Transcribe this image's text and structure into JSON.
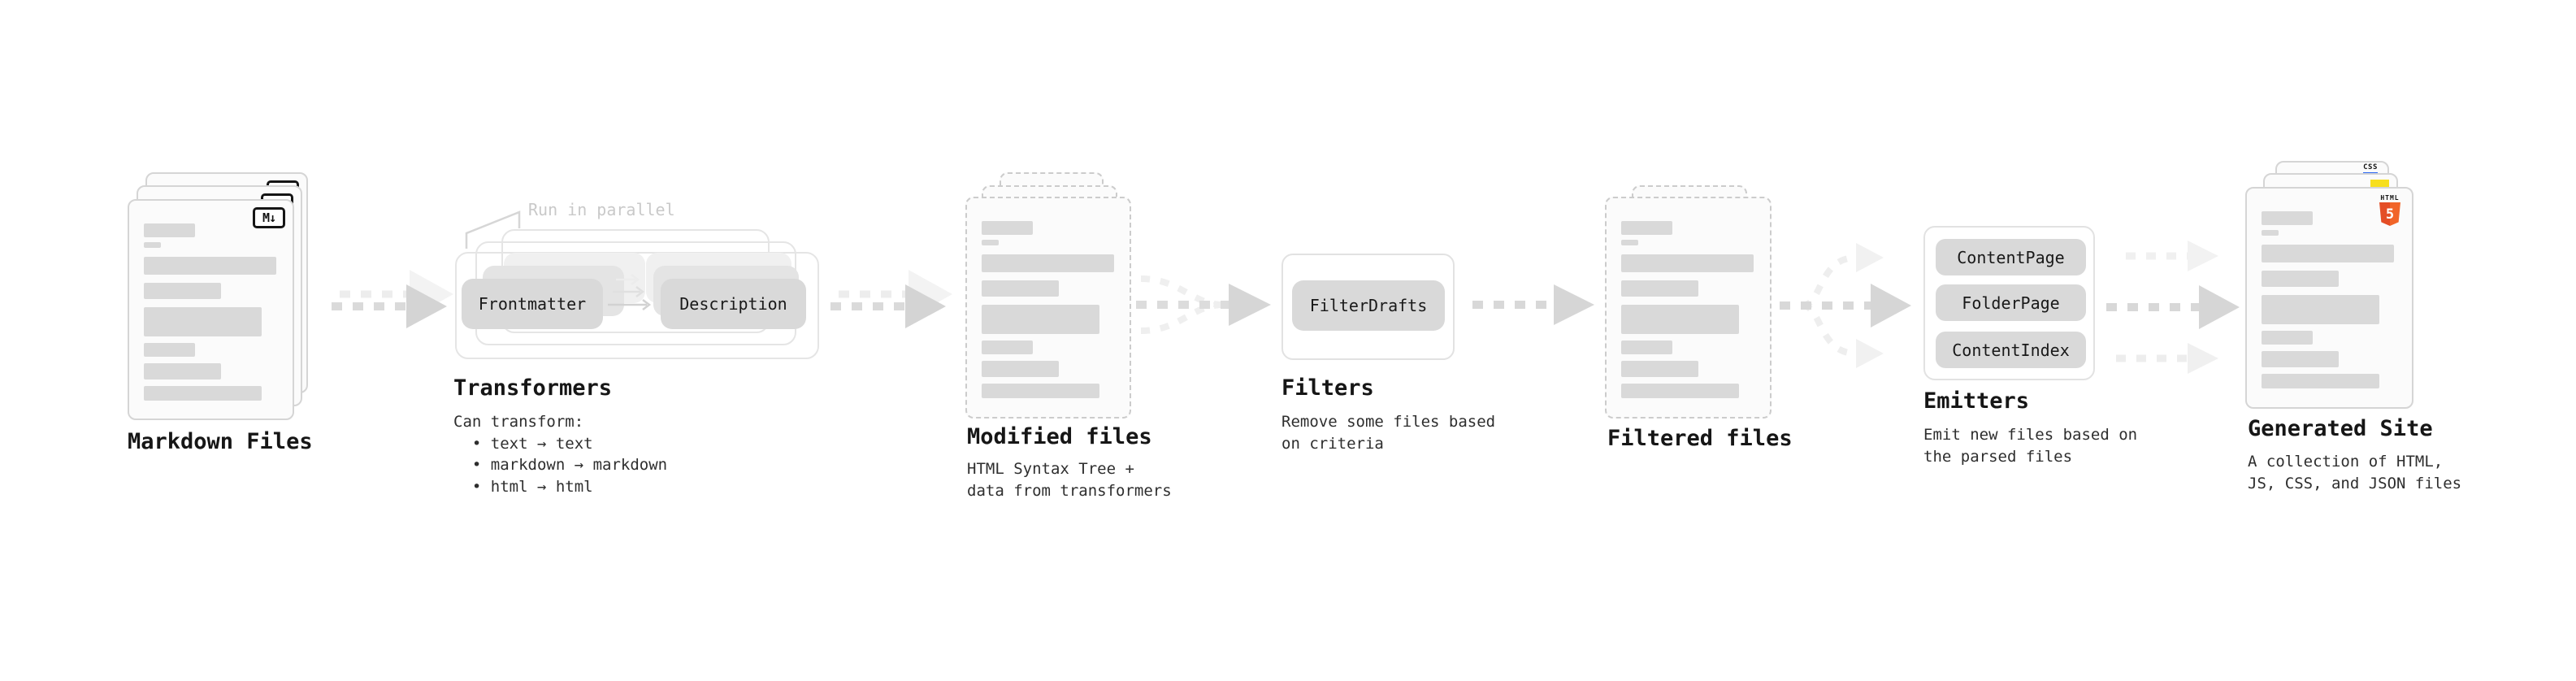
{
  "diagram": {
    "note_run_in_parallel": "Run in parallel",
    "sections": {
      "markdown_files": {
        "title": "Markdown Files",
        "file_icon": "M↓"
      },
      "transformers": {
        "title": "Transformers",
        "pill_left": "Frontmatter",
        "pill_right": "Description",
        "description": "Can transform:\n  • text → text\n  • markdown → markdown\n  • html → html"
      },
      "modified_files": {
        "title": "Modified files",
        "description": "HTML Syntax Tree +\ndata from transformers"
      },
      "filters": {
        "title": "Filters",
        "pill": "FilterDrafts",
        "description": "Remove some files based\non criteria"
      },
      "filtered_files": {
        "title": "Filtered files"
      },
      "emitters": {
        "title": "Emitters",
        "pills": [
          "ContentPage",
          "FolderPage",
          "ContentIndex"
        ],
        "description": "Emit new files based on\nthe parsed files"
      },
      "generated_site": {
        "title": "Generated Site",
        "description": "A collection of HTML,\nJS, CSS, and JSON files",
        "badge_html_label": "HTML",
        "badge_html_number": "5",
        "badge_css_label": "CSS"
      }
    },
    "colors": {
      "card_fill": "#fbfbfb",
      "card_border": "#d5d5d5",
      "placeholder_bar": "#d9d9d9",
      "pill_fill": "#d9d9d9",
      "arrow_main": "#d6d6d6",
      "arrow_ghost": "#efefef",
      "note_text": "#c9c9c9",
      "title_text": "#161616",
      "html5_orange": "#e44d26",
      "js_yellow": "#f7df1e",
      "css_blue": "#2965f1"
    }
  }
}
